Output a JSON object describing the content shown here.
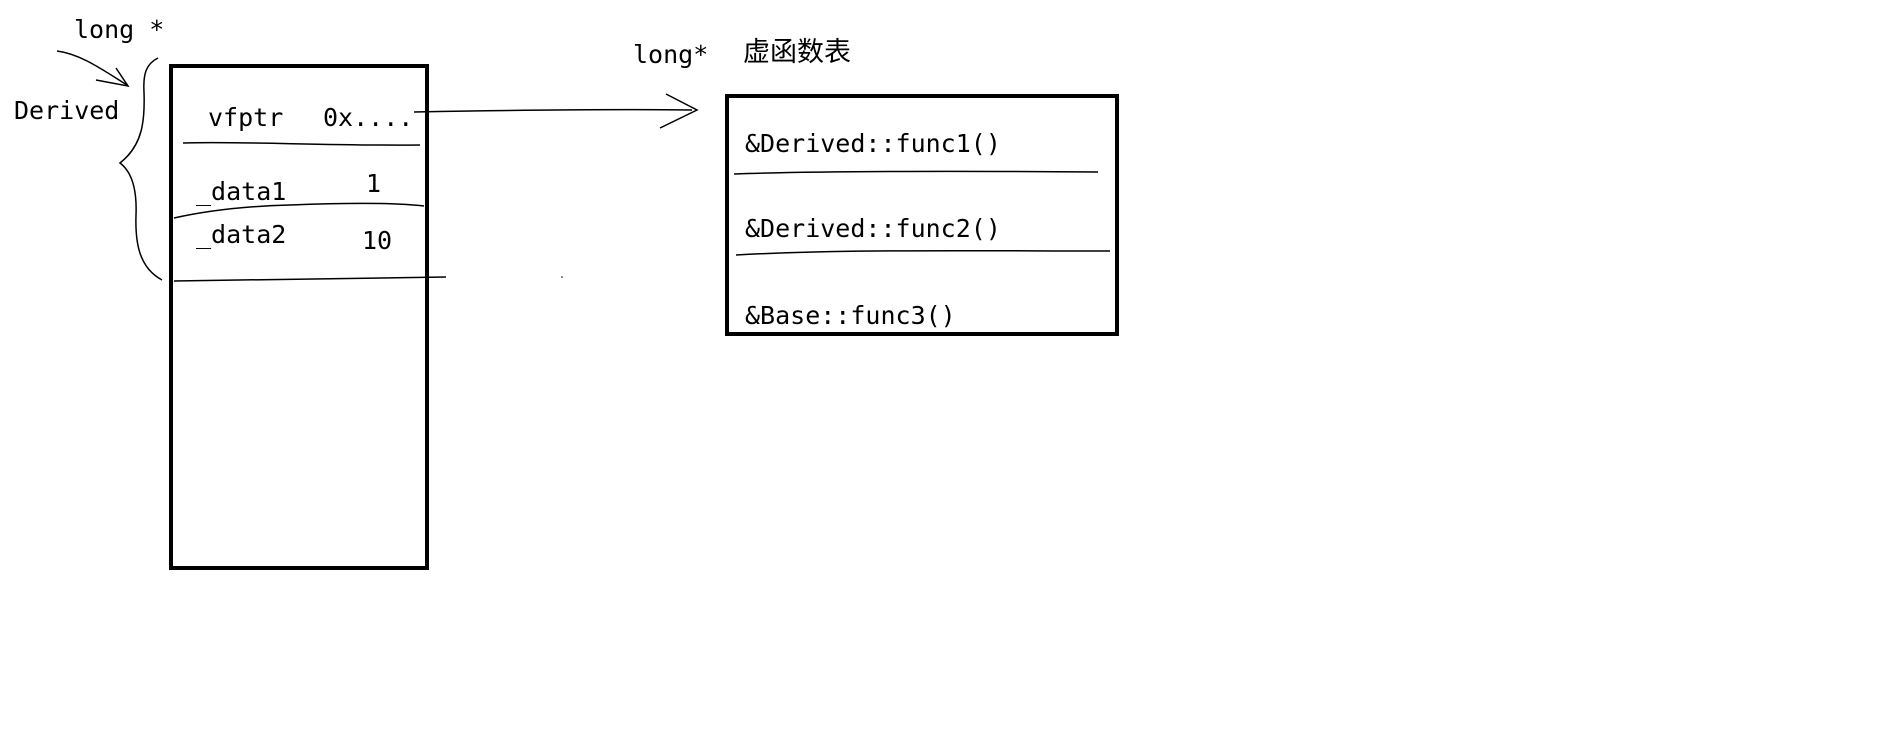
{
  "colors": {
    "ink": "#000000",
    "background": "#ffffff"
  },
  "object": {
    "pointer_type_label": "long *",
    "type_label": "Derived",
    "rows": [
      {
        "name": "vfptr",
        "value": "0x...."
      },
      {
        "name": "_data1",
        "value": "1"
      },
      {
        "name": "_data2",
        "value": "10"
      }
    ]
  },
  "vtable": {
    "pointer_type_label": "long*",
    "title": "虚函数表",
    "entries": [
      "&Derived::func1()",
      "&Derived::func2()",
      "&Base::func3()"
    ]
  }
}
